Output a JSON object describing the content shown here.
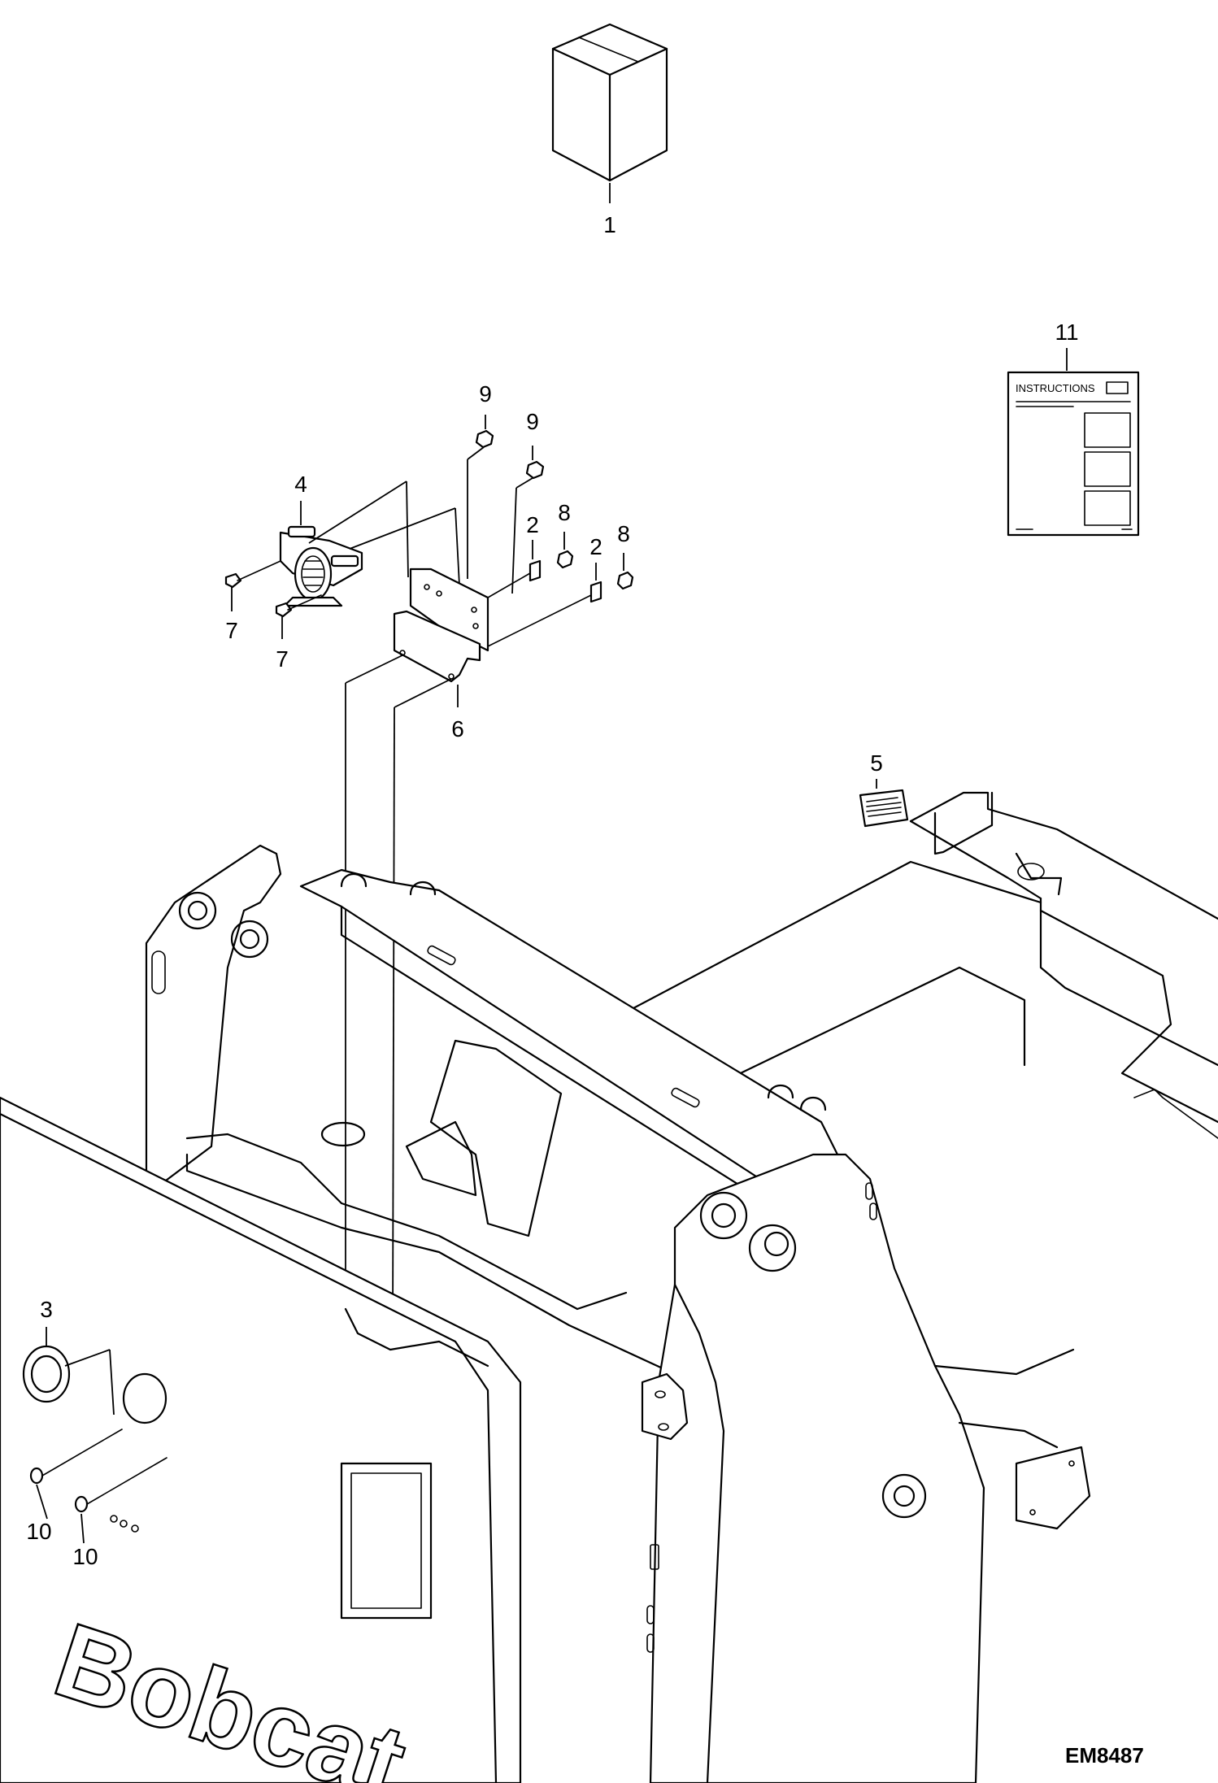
{
  "callouts": [
    {
      "id": "1",
      "label": "1"
    },
    {
      "id": "2a",
      "label": "2"
    },
    {
      "id": "2b",
      "label": "2"
    },
    {
      "id": "3",
      "label": "3"
    },
    {
      "id": "4",
      "label": "4"
    },
    {
      "id": "5",
      "label": "5"
    },
    {
      "id": "6",
      "label": "6"
    },
    {
      "id": "7a",
      "label": "7"
    },
    {
      "id": "7b",
      "label": "7"
    },
    {
      "id": "8a",
      "label": "8"
    },
    {
      "id": "8b",
      "label": "8"
    },
    {
      "id": "9a",
      "label": "9"
    },
    {
      "id": "9b",
      "label": "9"
    },
    {
      "id": "10a",
      "label": "10"
    },
    {
      "id": "10b",
      "label": "10"
    },
    {
      "id": "11",
      "label": "11"
    }
  ],
  "instructions_card": {
    "title": "INSTRUCTIONS"
  },
  "brand_logo": "Bobcat",
  "drawing_code": "EM8487"
}
